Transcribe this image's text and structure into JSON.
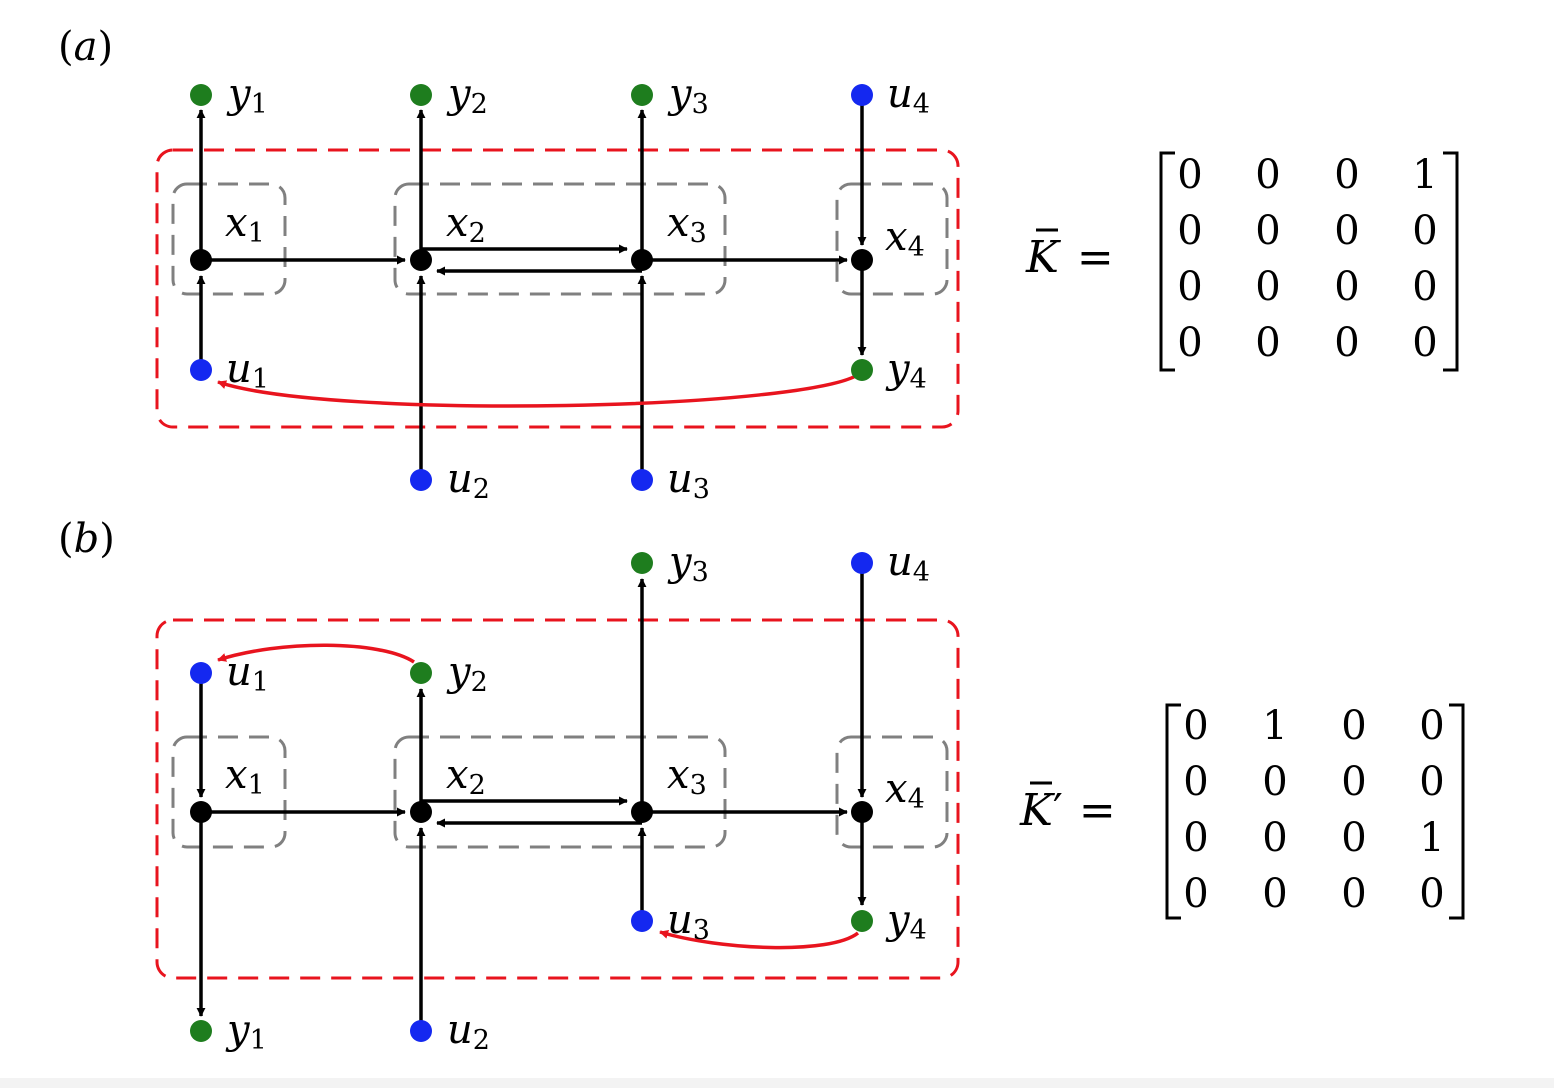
{
  "colors": {
    "state_node": "#000000",
    "input_node": "#1428f0",
    "output_node": "#1e7d1e",
    "feedback_edge": "#e8141e",
    "feedback_box": "#e8141e",
    "group_box": "#808080",
    "edge": "#000000"
  },
  "panels": [
    {
      "id": "a",
      "label_open": "(",
      "label_letter": "a",
      "label_close": ")",
      "matrix": {
        "symbol": "K",
        "prime": "",
        "equals": "=",
        "rows": [
          [
            "0",
            "0",
            "0",
            "1"
          ],
          [
            "0",
            "0",
            "0",
            "0"
          ],
          [
            "0",
            "0",
            "0",
            "0"
          ],
          [
            "0",
            "0",
            "0",
            "0"
          ]
        ]
      },
      "nodes": [
        {
          "id": "y1",
          "kind": "output",
          "base": "y",
          "sub": "1"
        },
        {
          "id": "y2",
          "kind": "output",
          "base": "y",
          "sub": "2"
        },
        {
          "id": "y3",
          "kind": "output",
          "base": "y",
          "sub": "3"
        },
        {
          "id": "u4",
          "kind": "input",
          "base": "u",
          "sub": "4"
        },
        {
          "id": "x1",
          "kind": "state",
          "base": "x",
          "sub": "1"
        },
        {
          "id": "x2",
          "kind": "state",
          "base": "x",
          "sub": "2"
        },
        {
          "id": "x3",
          "kind": "state",
          "base": "x",
          "sub": "3"
        },
        {
          "id": "x4",
          "kind": "state",
          "base": "x",
          "sub": "4"
        },
        {
          "id": "u1",
          "kind": "input",
          "base": "u",
          "sub": "1"
        },
        {
          "id": "y4",
          "kind": "output",
          "base": "y",
          "sub": "4"
        },
        {
          "id": "u2",
          "kind": "input",
          "base": "u",
          "sub": "2"
        },
        {
          "id": "u3",
          "kind": "input",
          "base": "u",
          "sub": "3"
        }
      ]
    },
    {
      "id": "b",
      "label_open": "(",
      "label_letter": "b",
      "label_close": ")",
      "matrix": {
        "symbol": "K",
        "prime": "′",
        "equals": "=",
        "rows": [
          [
            "0",
            "1",
            "0",
            "0"
          ],
          [
            "0",
            "0",
            "0",
            "0"
          ],
          [
            "0",
            "0",
            "0",
            "1"
          ],
          [
            "0",
            "0",
            "0",
            "0"
          ]
        ]
      },
      "nodes": [
        {
          "id": "y3",
          "kind": "output",
          "base": "y",
          "sub": "3"
        },
        {
          "id": "u4",
          "kind": "input",
          "base": "u",
          "sub": "4"
        },
        {
          "id": "u1",
          "kind": "input",
          "base": "u",
          "sub": "1"
        },
        {
          "id": "y2",
          "kind": "output",
          "base": "y",
          "sub": "2"
        },
        {
          "id": "x1",
          "kind": "state",
          "base": "x",
          "sub": "1"
        },
        {
          "id": "x2",
          "kind": "state",
          "base": "x",
          "sub": "2"
        },
        {
          "id": "x3",
          "kind": "state",
          "base": "x",
          "sub": "3"
        },
        {
          "id": "x4",
          "kind": "state",
          "base": "x",
          "sub": "4"
        },
        {
          "id": "u3",
          "kind": "input",
          "base": "u",
          "sub": "3"
        },
        {
          "id": "y4",
          "kind": "output",
          "base": "y",
          "sub": "4"
        },
        {
          "id": "y1",
          "kind": "output",
          "base": "y",
          "sub": "1"
        },
        {
          "id": "u2",
          "kind": "input",
          "base": "u",
          "sub": "2"
        }
      ]
    }
  ]
}
